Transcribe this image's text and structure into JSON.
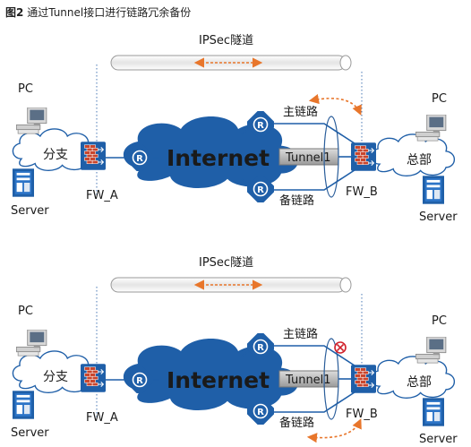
{
  "caption": {
    "fig": "图2",
    "title": "通过Tunnel接口进行链路冗余备份"
  },
  "panels": [
    {
      "tunnel_label": "IPSec隧道",
      "internet": "Internet",
      "tunnel_interface": "Tunnel1",
      "main_link": "主链路",
      "backup_link": "备链路",
      "branch": "分支",
      "hq": "总部",
      "fw_a": "FW_A",
      "fw_b": "FW_B",
      "pc_left": "PC",
      "pc_right": "PC",
      "server_left": "Server",
      "server_right": "Server",
      "active_path": "main",
      "main_link_failed": false
    },
    {
      "tunnel_label": "IPSec隧道",
      "internet": "Internet",
      "tunnel_interface": "Tunnel1",
      "main_link": "主链路",
      "backup_link": "备链路",
      "branch": "分支",
      "hq": "总部",
      "fw_a": "FW_A",
      "fw_b": "FW_B",
      "pc_left": "PC",
      "pc_right": "PC",
      "server_left": "Server",
      "server_right": "Server",
      "active_path": "backup",
      "main_link_failed": true
    }
  ],
  "colors": {
    "device_blue": "#1f5fa8",
    "cloud_blue": "#1f5fa8",
    "arrow_orange": "#e8762b",
    "firewall_red": "#c9452c",
    "fail_red": "#d0202a"
  },
  "icons": [
    "router-icon",
    "firewall-icon",
    "pc-icon",
    "server-icon",
    "link-failure-icon"
  ]
}
